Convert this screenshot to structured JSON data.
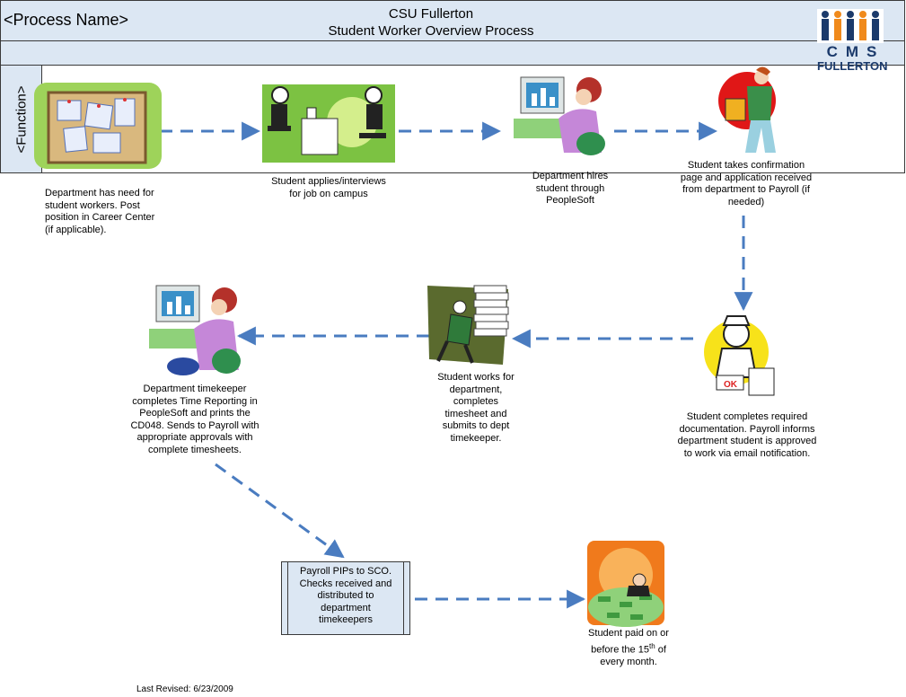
{
  "header": {
    "process_name": "<Process Name>",
    "title_line1": "CSU Fullerton",
    "title_line2": "Student Worker Overview Process"
  },
  "swimlane": {
    "function_label": "<Function>"
  },
  "logo": {
    "letters": "CMS",
    "name": "FULLERTON"
  },
  "steps": {
    "dept_need": [
      "Department has need for",
      "student workers.  Post",
      "position in Career Center",
      "(if applicable)."
    ],
    "student_applies": [
      "Student applies/interviews",
      "for job on campus"
    ],
    "dept_hires": [
      "Department hires",
      "student through",
      "PeopleSoft"
    ],
    "confirmation": [
      "Student takes confirmation",
      "page and application received",
      "from department to Payroll (if",
      "needed)"
    ],
    "documentation": [
      "Student completes required",
      "documentation. Payroll informs",
      "department student is approved",
      "to work via email notification."
    ],
    "student_works": [
      "Student works for",
      "department,",
      "completes",
      "timesheet and",
      "submits to dept",
      "timekeeper."
    ],
    "timekeeper": [
      "Department timekeeper",
      "completes Time Reporting in",
      "PeopleSoft and prints the",
      "CD048.  Sends to Payroll with",
      "appropriate approvals with",
      "complete timesheets."
    ],
    "payroll_sco": [
      "Payroll PIPs to SCO.",
      "Checks received and",
      "distributed to",
      "department",
      "timekeepers"
    ],
    "student_paid": {
      "line1": "Student paid on or",
      "line2_prefix": "before the 15",
      "line2_sup": "th",
      "line2_suffix": " of",
      "line3": "every month."
    }
  },
  "footer": {
    "last_revised": "Last Revised: 6/23/2009"
  },
  "colors": {
    "band": "#dce7f3",
    "arrow": "#4a7cc0",
    "border": "#3a3a3a"
  }
}
